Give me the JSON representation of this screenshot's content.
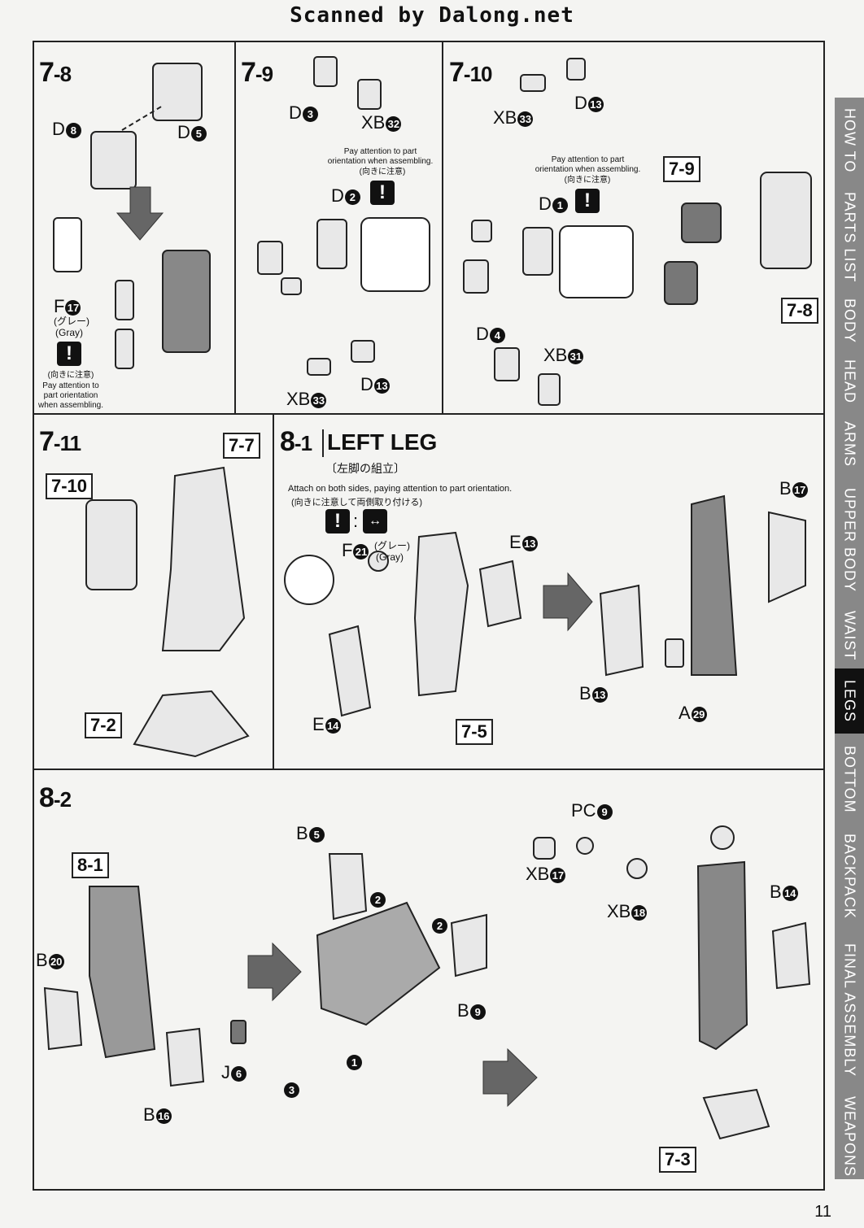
{
  "header": {
    "title": "Scanned by Dalong.net"
  },
  "side_tabs": [
    {
      "label": "HOW TO",
      "active": false
    },
    {
      "label": "PARTS LIST",
      "active": false
    },
    {
      "label": "BODY",
      "active": false
    },
    {
      "label": "HEAD",
      "active": false
    },
    {
      "label": "ARMS",
      "active": false
    },
    {
      "label": "UPPER BODY",
      "active": false
    },
    {
      "label": "WAIST",
      "active": false
    },
    {
      "label": "LEGS",
      "active": true
    },
    {
      "label": "BOTTOM",
      "active": false
    },
    {
      "label": "BACKPACK",
      "active": false
    },
    {
      "label": "FINAL ASSEMBLY",
      "active": false
    },
    {
      "label": "WEAPONS",
      "active": false
    }
  ],
  "steps": {
    "s78": {
      "num": "7",
      "sub": "-8",
      "parts": [
        "D",
        "D",
        "F"
      ],
      "part_nums": [
        "8",
        "5",
        "17"
      ],
      "gray_jp": "(グレー)",
      "gray_en": "(Gray)",
      "note_jp": "(向きに注意)",
      "note_en": "Pay attention to part orientation when assembling."
    },
    "s79": {
      "num": "7",
      "sub": "-9",
      "parts": [
        "D",
        "XB",
        "D",
        "D",
        "XB"
      ],
      "part_nums": [
        "3",
        "32",
        "2",
        "13",
        "33"
      ],
      "note_en": "Pay attention to part orientation when assembling.",
      "note_jp": "(向きに注意)"
    },
    "s710": {
      "num": "7",
      "sub": "-10",
      "parts": [
        "XB",
        "D",
        "D",
        "D",
        "XB"
      ],
      "part_nums": [
        "33",
        "13",
        "1",
        "4",
        "31"
      ],
      "note_en": "Pay attention to part orientation when assembling.",
      "note_jp": "(向きに注意)",
      "refs": [
        "7-9",
        "7-8"
      ]
    },
    "s711": {
      "num": "7",
      "sub": "-11",
      "refs": [
        "7-7",
        "7-10",
        "7-2"
      ]
    },
    "s81": {
      "num": "8",
      "sub": "-1",
      "title": "LEFT LEG",
      "title_jp": "〔左脚の組立〕",
      "instruction_en": "Attach on both sides, paying attention to part orientation.",
      "instruction_jp": "(向きに注意して両側取り付ける)",
      "parts": [
        "F",
        "E",
        "E",
        "B",
        "B",
        "A"
      ],
      "part_nums": [
        "21",
        "13",
        "14",
        "17",
        "13",
        "29"
      ],
      "gray_jp": "(グレー)",
      "gray_en": "(Gray)",
      "refs": [
        "7-5"
      ]
    },
    "s82": {
      "num": "8",
      "sub": "-2",
      "refs": [
        "8-1",
        "7-3"
      ],
      "parts": [
        "B",
        "J",
        "B",
        "B",
        "B",
        "PC",
        "XB",
        "XB",
        "B"
      ],
      "part_nums": [
        "20",
        "6",
        "16",
        "5",
        "9",
        "9",
        "17",
        "18",
        "14"
      ],
      "order": [
        "1",
        "2",
        "2",
        "3"
      ]
    }
  },
  "page_number": "11"
}
